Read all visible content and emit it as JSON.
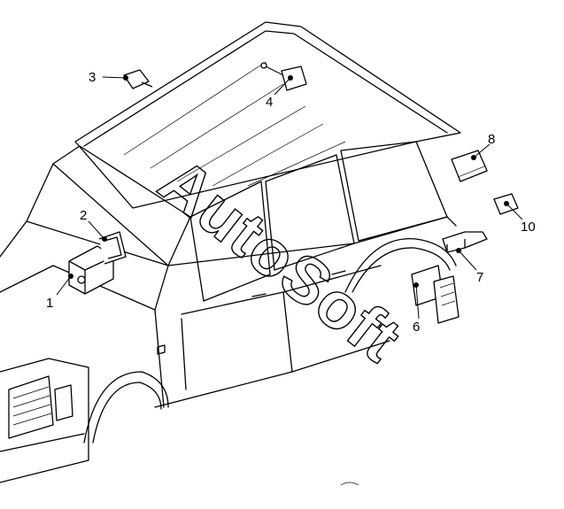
{
  "watermark": "AutoSoft",
  "callouts": [
    {
      "id": 1,
      "label": "1"
    },
    {
      "id": 2,
      "label": "2"
    },
    {
      "id": 3,
      "label": "3"
    },
    {
      "id": 4,
      "label": "4"
    },
    {
      "id": 6,
      "label": "6"
    },
    {
      "id": 7,
      "label": "7"
    },
    {
      "id": 8,
      "label": "8"
    },
    {
      "id": 10,
      "label": "10"
    }
  ]
}
